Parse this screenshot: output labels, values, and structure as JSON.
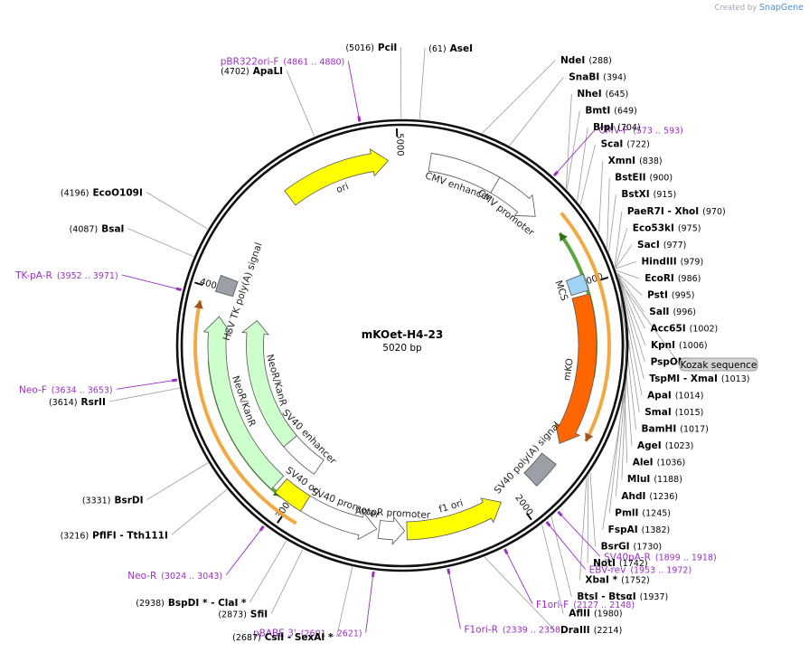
{
  "header": {
    "credit_prefix": "Created by",
    "credit_brand": "SnapGene"
  },
  "plasmid": {
    "name": "mKOet-H4-23",
    "size_label": "5020 bp",
    "length": 5020
  },
  "ruler": [
    {
      "pos": 1000,
      "label": "1000"
    },
    {
      "pos": 2000,
      "label": "2000"
    },
    {
      "pos": 3000,
      "label": "3000"
    },
    {
      "pos": 4000,
      "label": "4000"
    },
    {
      "pos": 5000,
      "label": "5000"
    }
  ],
  "features": [
    {
      "name": "ori",
      "start": 4500,
      "end": 4960,
      "dir": 1,
      "color": "#ffff00",
      "track": 2,
      "label": "ori"
    },
    {
      "name": "CMV enhancer",
      "start": 120,
      "end": 420,
      "dir": 0,
      "color": "#ffffff",
      "track": 2,
      "label": "CMV enhancer"
    },
    {
      "name": "CMV promoter",
      "start": 420,
      "end": 640,
      "dir": 1,
      "color": "#ffffff",
      "track": 2,
      "label": "CMV promoter"
    },
    {
      "name": "MCS",
      "start": 955,
      "end": 1025,
      "dir": 0,
      "color": "#9fd3f5",
      "track": 2,
      "label": "MCS"
    },
    {
      "name": "mKO",
      "start": 1040,
      "end": 1700,
      "dir": 1,
      "color": "#ff6600",
      "track": 2,
      "label": "mKO"
    },
    {
      "name": "SV40 poly(A) signal",
      "start": 1780,
      "end": 1900,
      "dir": 0,
      "color": "#9aa0a6",
      "track": 2,
      "label": "SV40 poly(A) signal"
    },
    {
      "name": "f1 ori",
      "start": 2060,
      "end": 2490,
      "dir": -1,
      "color": "#ffff00",
      "track": 2,
      "label": "f1 ori"
    },
    {
      "name": "AmpR promoter",
      "start": 2500,
      "end": 2610,
      "dir": -1,
      "color": "#ffffff",
      "track": 2,
      "label": "AmpR promoter"
    },
    {
      "name": "SV40 promoter",
      "start": 2620,
      "end": 2950,
      "dir": -1,
      "color": "#ffffff",
      "track": 2,
      "label": "SV40 promoter"
    },
    {
      "name": "SV40 ori",
      "start": 2950,
      "end": 3080,
      "dir": 0,
      "color": "#ffff00",
      "track": 2,
      "label": "SV40 ori"
    },
    {
      "name": "SV40 enhancer",
      "start": 2990,
      "end": 3300,
      "dir": 0,
      "color": "#ffffff",
      "track": 1,
      "label": "SV40 enhancer"
    },
    {
      "name": "NeoR/KanR",
      "start": 3200,
      "end": 3900,
      "dir": 1,
      "color": "#ccffcc",
      "track": 1,
      "label": "NeoR/KanR"
    },
    {
      "name": "NeoR/KanR",
      "start": 3100,
      "end": 3890,
      "dir": 1,
      "color": "#ccffcc",
      "track": 2,
      "label": "NeoR/KanR"
    },
    {
      "name": "HSV TK poly(A) signal",
      "start": 3990,
      "end": 4060,
      "dir": 0,
      "color": "#9aa0a6",
      "track": 2,
      "label": "HSV TK poly(A) signal"
    }
  ],
  "orfs": [
    {
      "start": 700,
      "end": 1640,
      "dir": 1,
      "color": "#f0a030",
      "track": 3
    },
    {
      "start": 760,
      "end": 1390,
      "dir": -1,
      "color": "#4c9a2a",
      "track": 4
    },
    {
      "start": 2940,
      "end": 3940,
      "dir": 1,
      "color": "#f0a030",
      "track": 3
    },
    {
      "start": 3050,
      "end": 3700,
      "dir": -1,
      "color": "#4c9a2a",
      "track": 4
    }
  ],
  "primers": [
    {
      "name": "pBR322ori-F",
      "range": "(4861 .. 4880)",
      "pos": 4870
    },
    {
      "name": "CMV-F",
      "range": "(573 .. 593)",
      "pos": 583
    },
    {
      "name": "TK-pA-R",
      "range": "(3952 .. 3971)",
      "pos": 3962
    },
    {
      "name": "Neo-F",
      "range": "(3634 .. 3653)",
      "pos": 3644
    },
    {
      "name": "Neo-R",
      "range": "(3024 .. 3043)",
      "pos": 3033
    },
    {
      "name": "pBABE 3'",
      "range": "(2601 .. 2621)",
      "pos": 2611
    },
    {
      "name": "F1ori-R",
      "range": "(2339 .. 2358)",
      "pos": 2348
    },
    {
      "name": "F1ori-F",
      "range": "(2127 .. 2148)",
      "pos": 2137
    },
    {
      "name": "EBV-rev",
      "range": "(1953 .. 1972)",
      "pos": 1962
    },
    {
      "name": "SV40pA-R",
      "range": "(1899 .. 1918)",
      "pos": 1908
    }
  ],
  "right_sites": [
    {
      "name": "NdeI",
      "pos": "(288)",
      "site": 288
    },
    {
      "name": "SnaBI",
      "pos": "(394)",
      "site": 394
    },
    {
      "name": "NheI",
      "pos": "(645)",
      "site": 645
    },
    {
      "name": "BmtI",
      "pos": "(649)",
      "site": 649
    },
    {
      "name": "BlpI",
      "pos": "(704)",
      "site": 704
    },
    {
      "name": "ScaI",
      "pos": "(722)",
      "site": 722
    },
    {
      "name": "XmnI",
      "pos": "(838)",
      "site": 838
    },
    {
      "name": "BstEII",
      "pos": "(900)",
      "site": 900
    },
    {
      "name": "BstXI",
      "pos": "(915)",
      "site": 915
    },
    {
      "name": "PaeR7I - XhoI",
      "pos": "(970)",
      "site": 970
    },
    {
      "name": "Eco53kI",
      "pos": "(975)",
      "site": 975
    },
    {
      "name": "SacI",
      "pos": "(977)",
      "site": 977
    },
    {
      "name": "HindIII",
      "pos": "(979)",
      "site": 979
    },
    {
      "name": "EcoRI",
      "pos": "(986)",
      "site": 986
    },
    {
      "name": "PstI",
      "pos": "(995)",
      "site": 995
    },
    {
      "name": "SalI",
      "pos": "(996)",
      "site": 996
    },
    {
      "name": "Acc65I",
      "pos": "(1002)",
      "site": 1002
    },
    {
      "name": "KpnI",
      "pos": "(1006)",
      "site": 1006
    },
    {
      "name": "PspOMI",
      "pos": "(1010)",
      "site": 1010
    },
    {
      "name": "TspMI - XmaI",
      "pos": "(1013)",
      "site": 1013
    },
    {
      "name": "ApaI",
      "pos": "(1014)",
      "site": 1014
    },
    {
      "name": "SmaI",
      "pos": "(1015)",
      "site": 1015
    },
    {
      "name": "BamHI",
      "pos": "(1017)",
      "site": 1017
    },
    {
      "name": "AgeI",
      "pos": "(1023)",
      "site": 1023
    },
    {
      "name": "AleI",
      "pos": "(1036)",
      "site": 1036
    },
    {
      "name": "MluI",
      "pos": "(1188)",
      "site": 1188
    },
    {
      "name": "AhdI",
      "pos": "(1236)",
      "site": 1236
    },
    {
      "name": "PmlI",
      "pos": "(1245)",
      "site": 1245
    },
    {
      "name": "FspAI",
      "pos": "(1382)",
      "site": 1382
    },
    {
      "name": "BsrGI",
      "pos": "(1730)",
      "site": 1730
    },
    {
      "name": "NotI",
      "pos": "(1742)",
      "site": 1742
    },
    {
      "name": "XbaI *",
      "pos": "(1752)",
      "site": 1752
    },
    {
      "name": "BtsI - BtsαI",
      "pos": "(1937)",
      "site": 1937
    },
    {
      "name": "AflII",
      "pos": "(1980)",
      "site": 1980
    },
    {
      "name": "DraIII",
      "pos": "(2214)",
      "site": 2214
    }
  ],
  "kozak": {
    "label": "Kozak sequence",
    "site": 1030
  },
  "left_sites": [
    {
      "name": "PciI",
      "pos": "(5016)",
      "site": 5016
    },
    {
      "name": "AseI",
      "pos": "(61)",
      "site": 61
    },
    {
      "name": "ApaLI",
      "pos": "(4702)",
      "site": 4702
    },
    {
      "name": "EcoO109I",
      "pos": "(4196)",
      "site": 4196
    },
    {
      "name": "BsaI",
      "pos": "(4087)",
      "site": 4087
    },
    {
      "name": "RsrII",
      "pos": "(3614)",
      "site": 3614
    },
    {
      "name": "BsrDI",
      "pos": "(3331)",
      "site": 3331
    },
    {
      "name": "PflFI - Tth111I",
      "pos": "(3216)",
      "site": 3216
    },
    {
      "name": "BspDI * - ClaI *",
      "pos": "(2938)",
      "site": 2938
    },
    {
      "name": "SfiI",
      "pos": "(2873)",
      "site": 2873
    },
    {
      "name": "CsiI - SexAI *",
      "pos": "(2687)",
      "site": 2687
    }
  ]
}
